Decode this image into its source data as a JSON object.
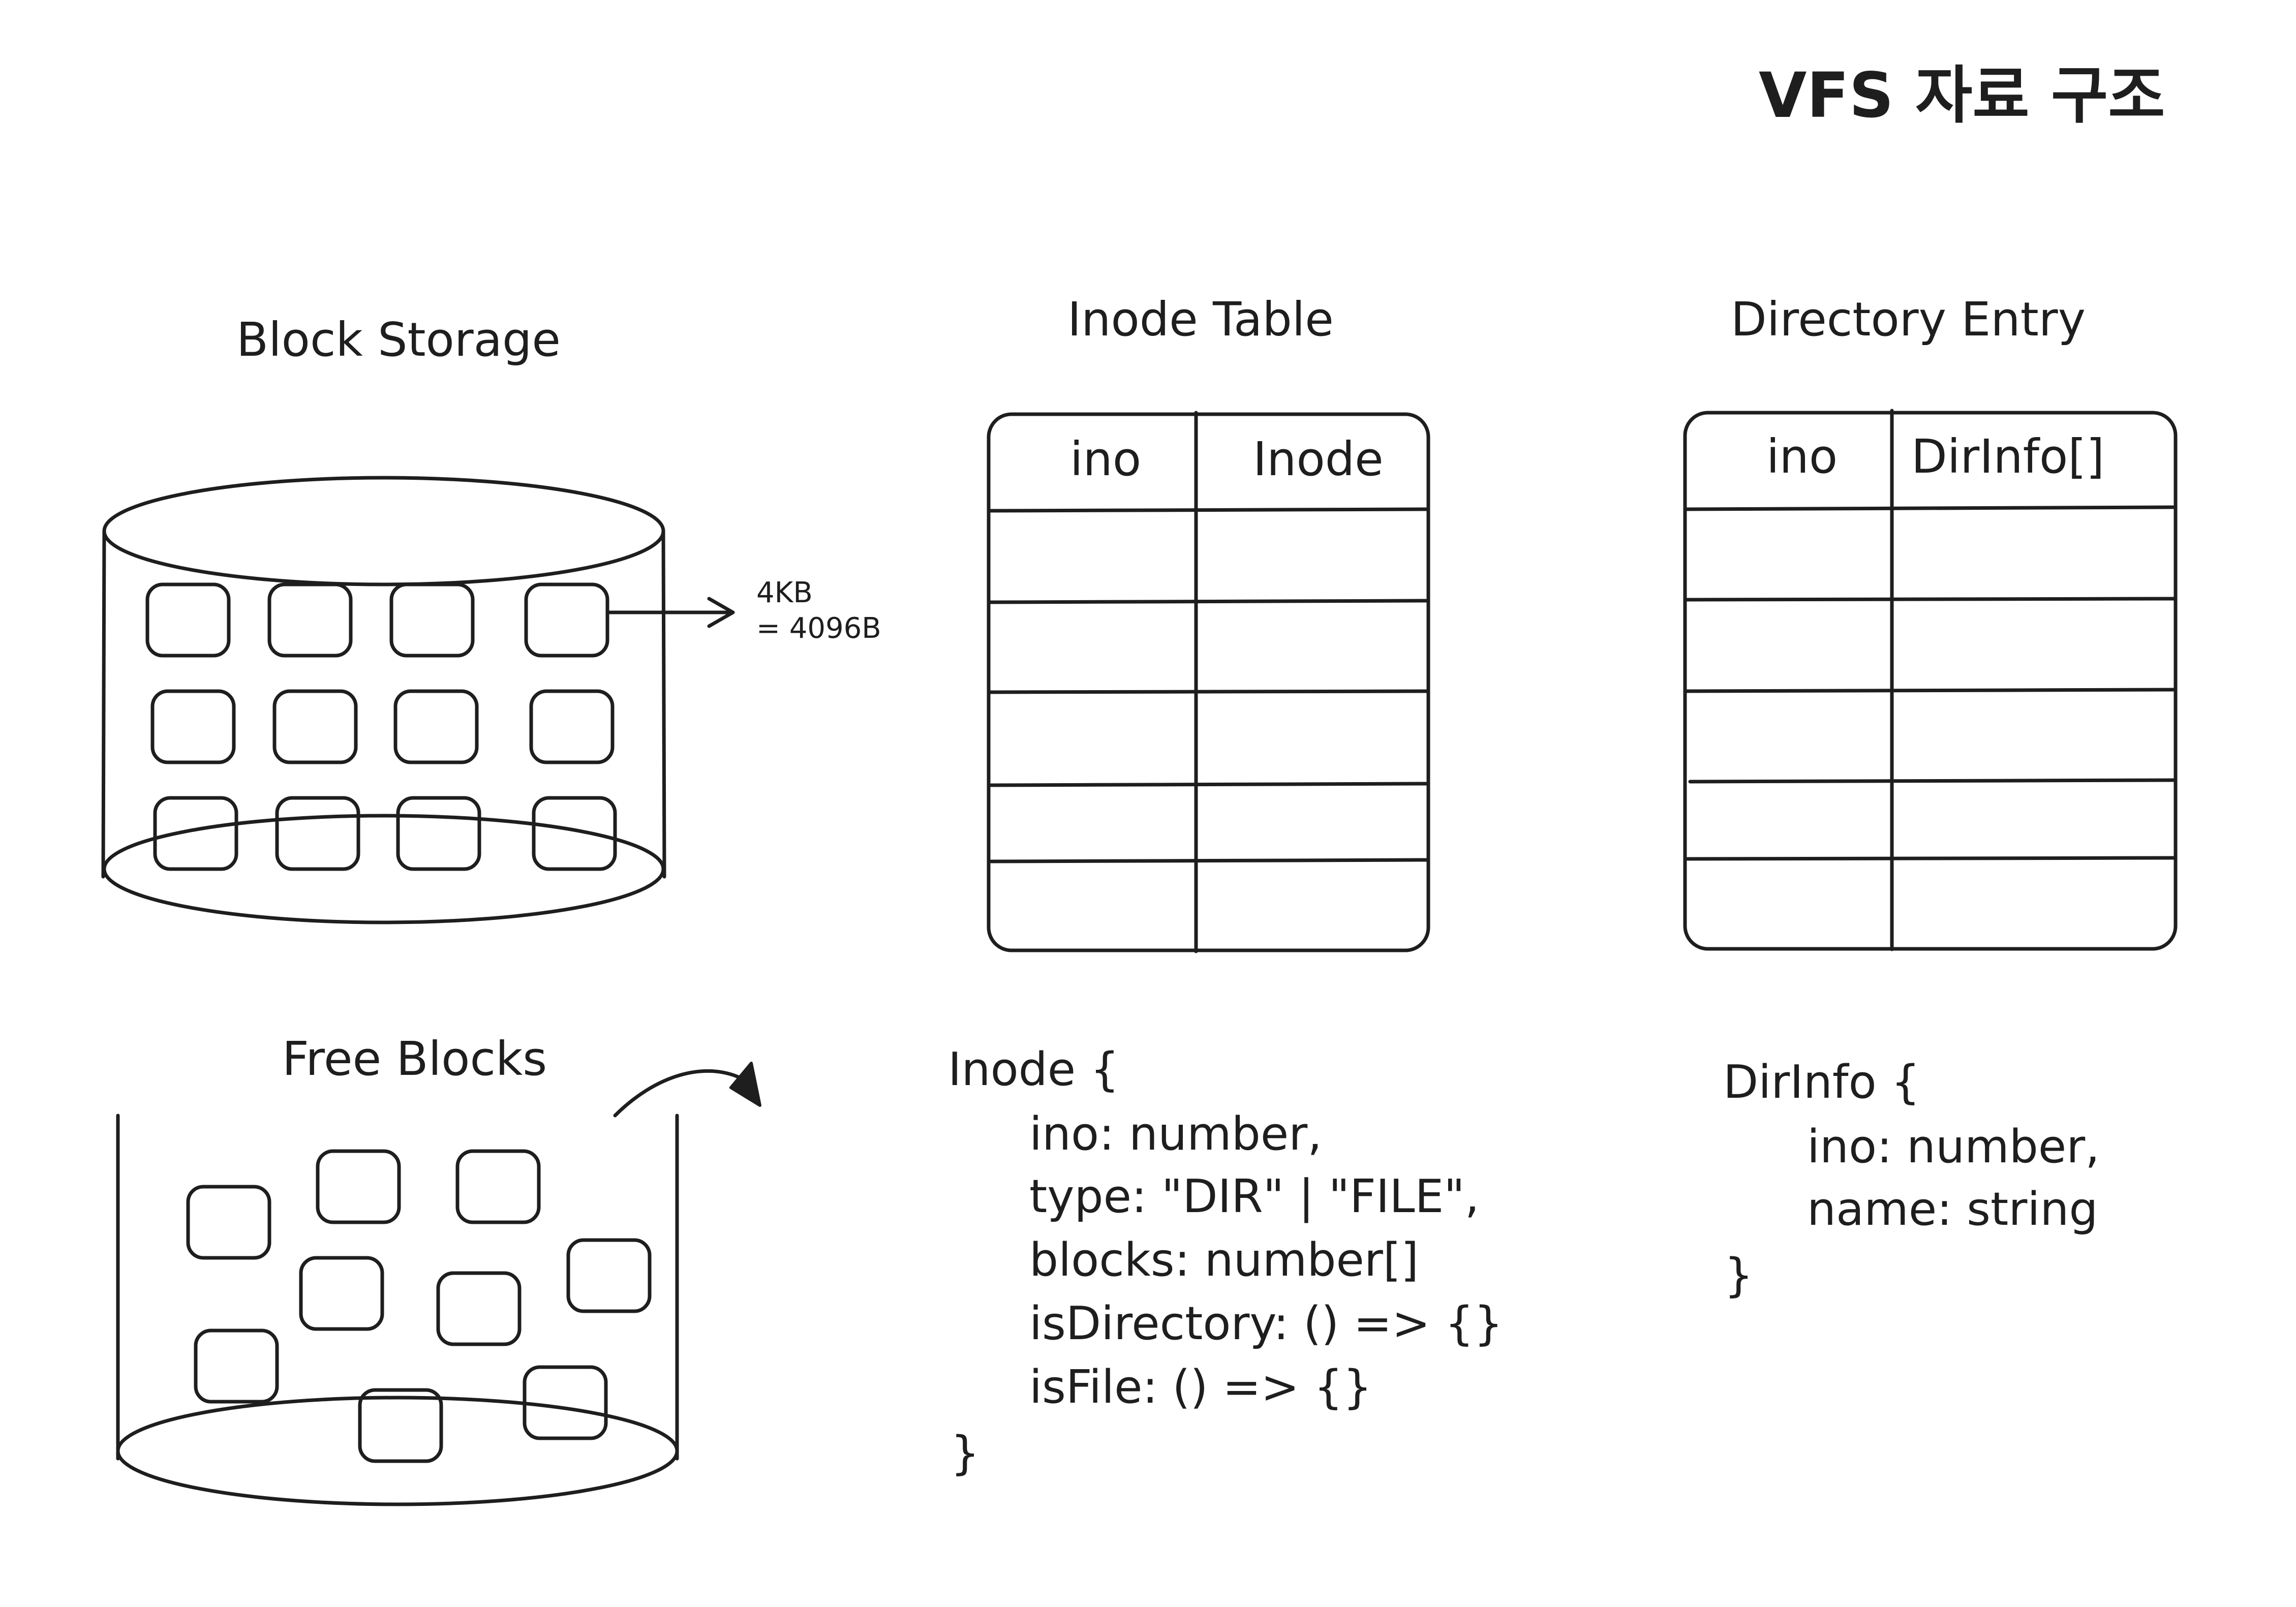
{
  "title": "VFS 자료 구조",
  "block_storage": {
    "label": "Block Storage",
    "block_size_line1": "4KB",
    "block_size_line2": "= 4096B"
  },
  "free_blocks": {
    "label": "Free Blocks"
  },
  "inode_table": {
    "label": "Inode Table",
    "columns": [
      "ino",
      "Inode"
    ]
  },
  "directory_entry": {
    "label": "Directory Entry",
    "columns": [
      "ino",
      "DirInfo[]"
    ]
  },
  "inode_code": [
    "Inode {",
    "ino: number,",
    "type: \"DIR\" | \"FILE\",",
    "blocks: number[]",
    "isDirectory: () => {}",
    "isFile: () => {}",
    "}"
  ],
  "dirinfo_code": [
    "DirInfo {",
    "ino: number,",
    "name: string",
    "}"
  ],
  "colors": {
    "ink": "#1e1e1e",
    "background": "#ffffff"
  }
}
